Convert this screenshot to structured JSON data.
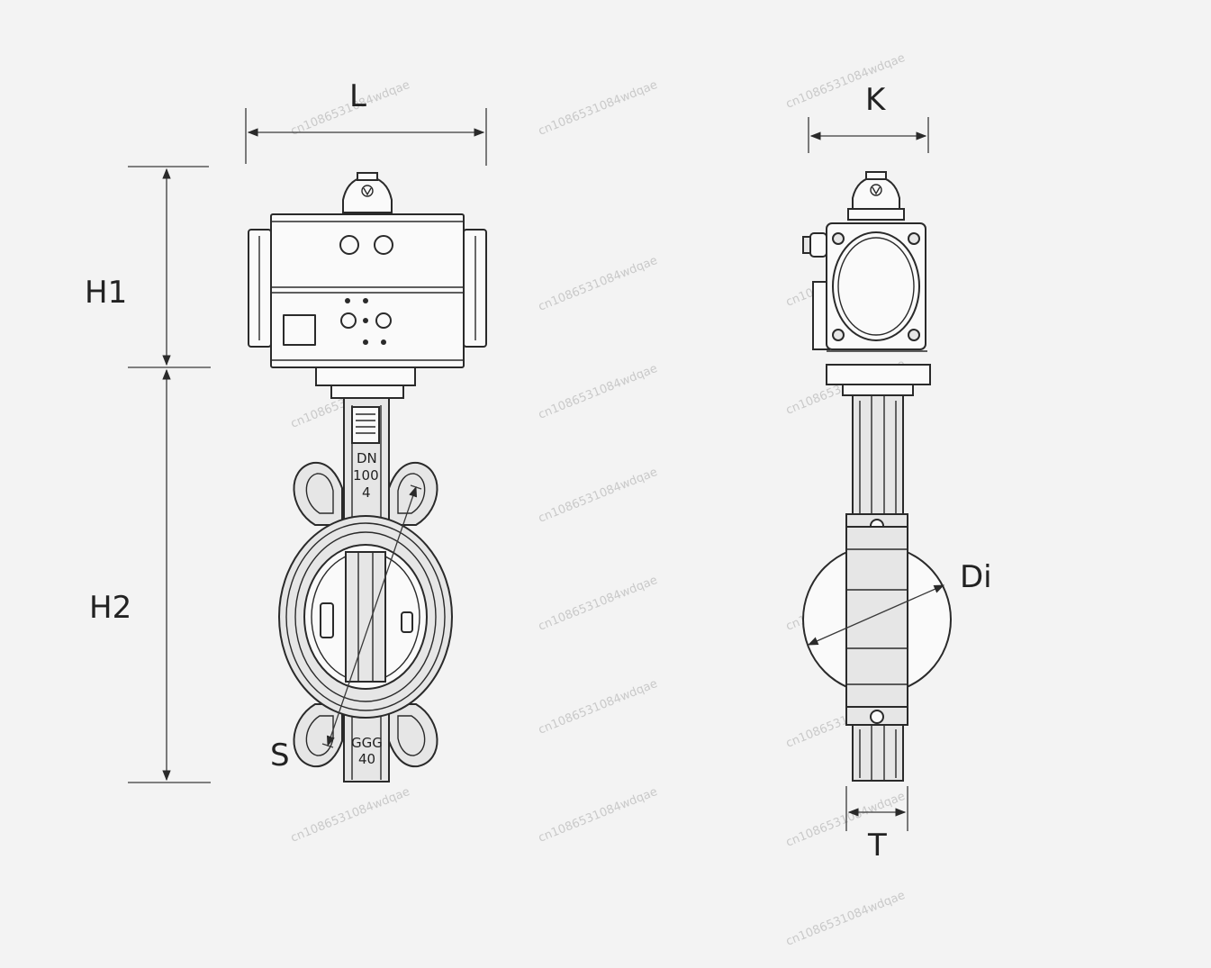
{
  "dimensions": {
    "L": "L",
    "K": "K",
    "H1": "H1",
    "H2": "H2",
    "S": "S",
    "Di": "Di",
    "T": "T"
  },
  "valve_markings": {
    "size_line1": "DN",
    "size_line2": "100",
    "size_line3": "4",
    "material_line1": "GGG",
    "material_line2": "40"
  },
  "watermark": "cn1086531084wdqae"
}
